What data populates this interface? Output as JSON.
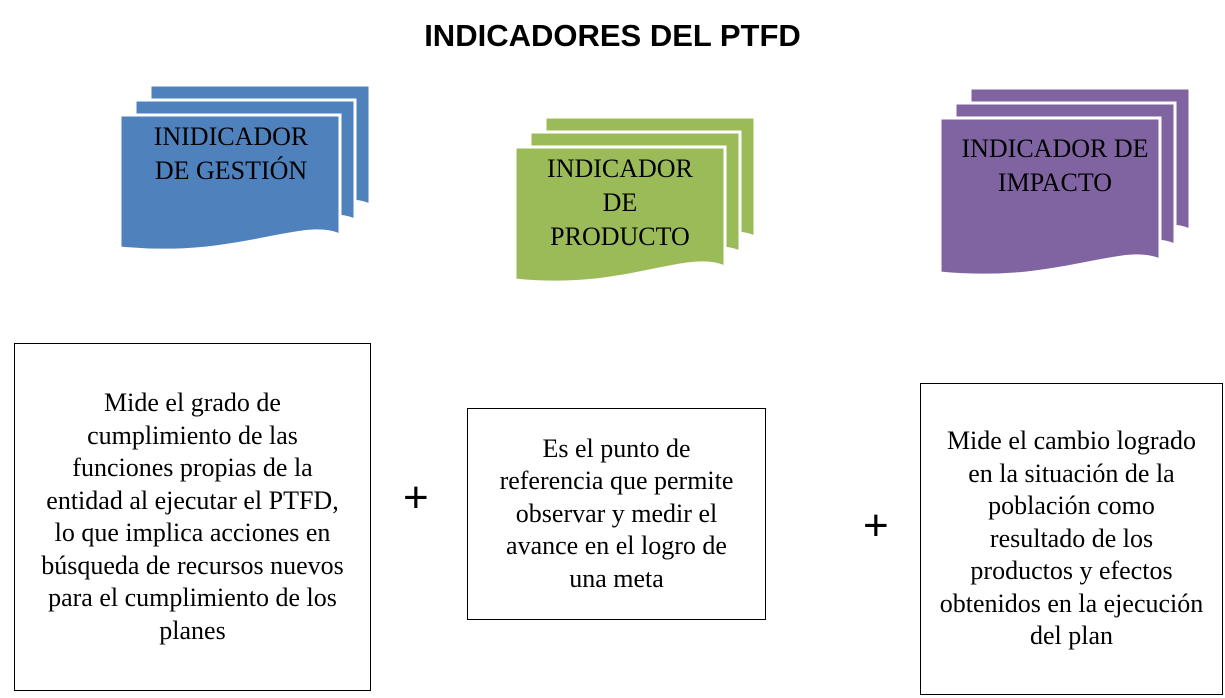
{
  "title": "INDICADORES DEL PTFD",
  "indicators": [
    {
      "label": "INIDICADOR DE GESTIÓN",
      "color": "#4f81bd",
      "description": "Mide el grado de cumplimiento de las funciones propias de la entidad al ejecutar el PTFD, lo que implica acciones en búsqueda de recursos nuevos para el cumplimiento de los planes"
    },
    {
      "label": "INDICADOR DE PRODUCTO",
      "color": "#9bbb59",
      "description": "Es el punto de referencia que permite observar y medir el avance en el logro de una meta"
    },
    {
      "label": "INDICADOR DE IMPACTO",
      "color": "#8064a2",
      "description": "Mide el cambio logrado en la situación de la población como resultado de los productos y efectos obtenidos en la ejecución del plan"
    }
  ],
  "connector_symbol": "+"
}
